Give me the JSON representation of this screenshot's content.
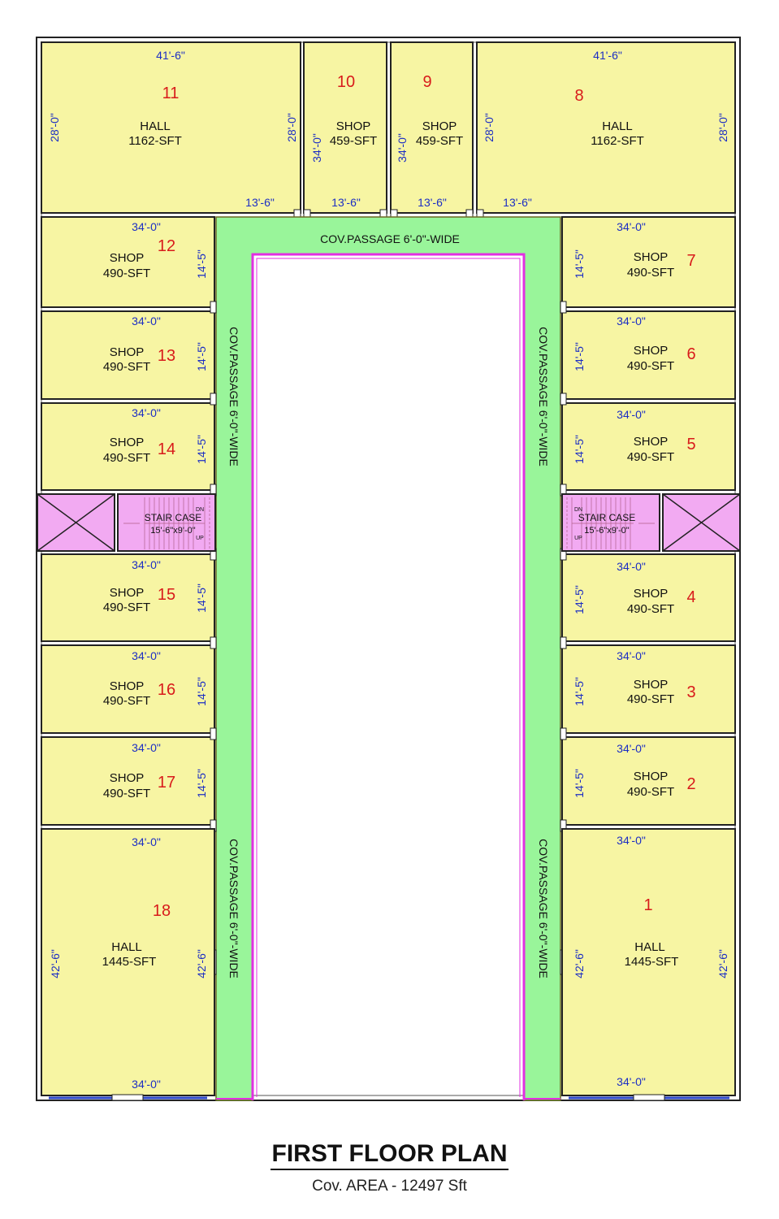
{
  "title": "FIRST FLOOR PLAN",
  "subtitle": "Cov. AREA - 12497 Sft",
  "colors": {
    "room_fill": "#f7f5a3",
    "passage_fill": "#99f59a",
    "stair_fill": "#f2aaf2",
    "court_border": "#e22fe2",
    "wall": "#222222",
    "room_number": "#d81b1b",
    "dimension": "#1c2ec4",
    "label": "#111111"
  },
  "passage_label": "COV.PASSAGE  6'-0\"-WIDE",
  "halls_top": [
    {
      "number": "11",
      "type": "HALL",
      "area": "1162-SFT",
      "width_dim": "41'-6\"",
      "depth_dim": "28'-0\"",
      "front_dim": "13'-6\""
    },
    {
      "number": "8",
      "type": "HALL",
      "area": "1162-SFT",
      "width_dim": "41'-6\"",
      "depth_dim": "28'-0\"",
      "front_dim": "13'-6\""
    }
  ],
  "shops_top": [
    {
      "number": "10",
      "type": "SHOP",
      "area": "459-SFT",
      "depth_dim": "34'-0\"",
      "front_dim": "13'-6\""
    },
    {
      "number": "9",
      "type": "SHOP",
      "area": "459-SFT",
      "depth_dim": "34'-0\"",
      "front_dim": "13'-6\""
    }
  ],
  "shops_left": [
    {
      "number": "12",
      "type": "SHOP",
      "area": "490-SFT",
      "width_dim": "34'-0\"",
      "front_dim": "14'-5\""
    },
    {
      "number": "13",
      "type": "SHOP",
      "area": "490-SFT",
      "width_dim": "34'-0\"",
      "front_dim": "14'-5\""
    },
    {
      "number": "14",
      "type": "SHOP",
      "area": "490-SFT",
      "width_dim": "34'-0\"",
      "front_dim": "14'-5\""
    },
    {
      "number": "15",
      "type": "SHOP",
      "area": "490-SFT",
      "width_dim": "34'-0\"",
      "front_dim": "14'-5\""
    },
    {
      "number": "16",
      "type": "SHOP",
      "area": "490-SFT",
      "width_dim": "34'-0\"",
      "front_dim": "14'-5\""
    },
    {
      "number": "17",
      "type": "SHOP",
      "area": "490-SFT",
      "width_dim": "34'-0\"",
      "front_dim": "14'-5\""
    }
  ],
  "shops_right": [
    {
      "number": "7",
      "type": "SHOP",
      "area": "490-SFT",
      "width_dim": "34'-0\"",
      "front_dim": "14'-5\""
    },
    {
      "number": "6",
      "type": "SHOP",
      "area": "490-SFT",
      "width_dim": "34'-0\"",
      "front_dim": "14'-5\""
    },
    {
      "number": "5",
      "type": "SHOP",
      "area": "490-SFT",
      "width_dim": "34'-0\"",
      "front_dim": "14'-5\""
    },
    {
      "number": "4",
      "type": "SHOP",
      "area": "490-SFT",
      "width_dim": "34'-0\"",
      "front_dim": "14'-5\""
    },
    {
      "number": "3",
      "type": "SHOP",
      "area": "490-SFT",
      "width_dim": "34'-0\"",
      "front_dim": "14'-5\""
    },
    {
      "number": "2",
      "type": "SHOP",
      "area": "490-SFT",
      "width_dim": "34'-0\"",
      "front_dim": "14'-5\""
    }
  ],
  "halls_bottom": [
    {
      "number": "18",
      "type": "HALL",
      "area": "1445-SFT",
      "width_dim": "34'-0\"",
      "depth_dim": "42'-6\""
    },
    {
      "number": "1",
      "type": "HALL",
      "area": "1445-SFT",
      "width_dim": "34'-0\"",
      "depth_dim": "42'-6\""
    }
  ],
  "stairs": {
    "label": "STAIR CASE",
    "size": "15'-6\"x9'-0\"",
    "dn": "DN",
    "up": "UP"
  }
}
